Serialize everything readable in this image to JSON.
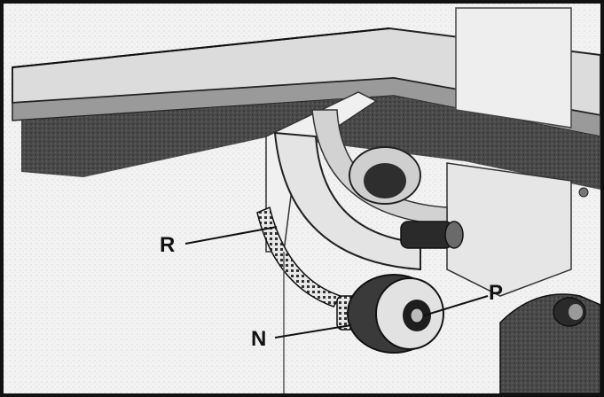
{
  "figure": {
    "callouts": [
      {
        "letter": "R"
      },
      {
        "letter": "N"
      },
      {
        "letter": "P"
      }
    ]
  }
}
